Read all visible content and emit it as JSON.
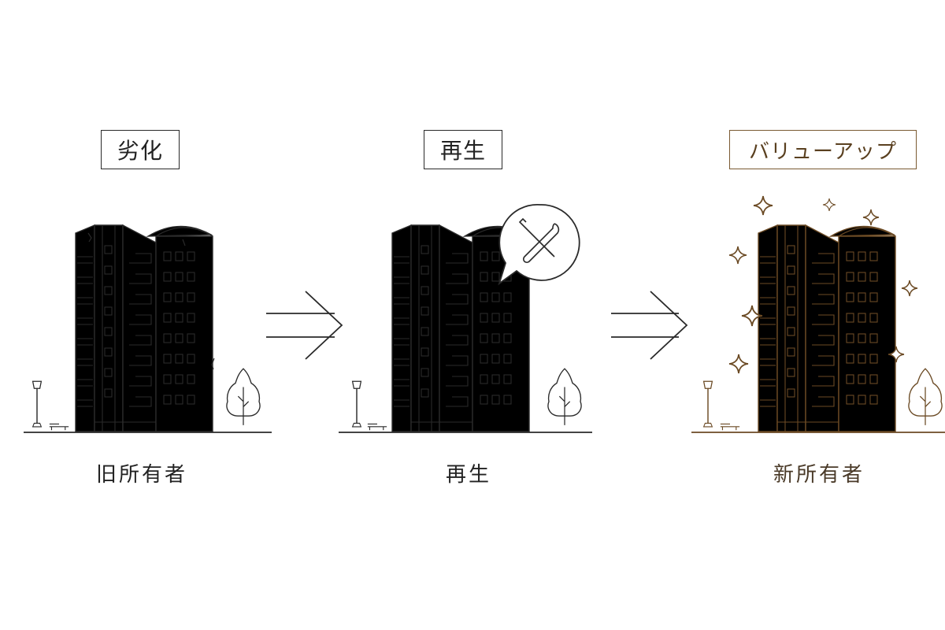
{
  "stages": [
    {
      "id": "deteriorated",
      "title": "劣化",
      "caption": "旧所有者"
    },
    {
      "id": "regenerate",
      "title": "再生",
      "caption": "再生"
    },
    {
      "id": "value-up",
      "title": "バリューアップ",
      "caption": "新所有者"
    }
  ],
  "colors": {
    "line": "#2a2a2a",
    "building_fill_old": "#f2f2f2",
    "building_fill_mid": "#fafafa",
    "building_fill_new": "#fbf6ee",
    "gold_line": "#6b4a24",
    "roof_gold": "#a88060",
    "roof_gray": "#e6e6e6"
  },
  "icons": [
    "tools-icon",
    "sparkle-icon",
    "arrow-right-icon",
    "tree-icon",
    "street-lamp-icon",
    "bench-icon"
  ]
}
